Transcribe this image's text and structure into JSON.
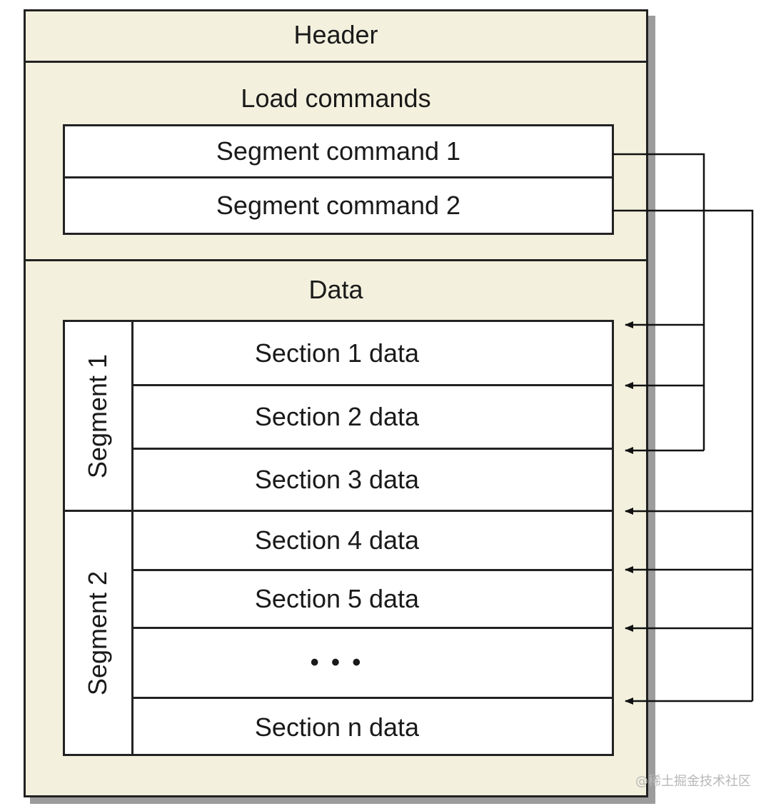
{
  "diagram": {
    "header_label": "Header",
    "load_commands_label": "Load commands",
    "segment_commands": [
      "Segment command 1",
      "Segment command 2"
    ],
    "data_label": "Data",
    "segments": [
      {
        "label": "Segment 1",
        "sections": [
          "Section 1 data",
          "Section 2 data",
          "Section 3 data"
        ]
      },
      {
        "label": "Segment 2",
        "sections": [
          "Section 4 data",
          "Section 5 data",
          "• • •",
          "Section n data"
        ]
      }
    ],
    "colors": {
      "fill": "#f3f0dd",
      "line": "#222222",
      "box": "#ffffff"
    }
  },
  "watermark": "@稀土掘金技术社区"
}
